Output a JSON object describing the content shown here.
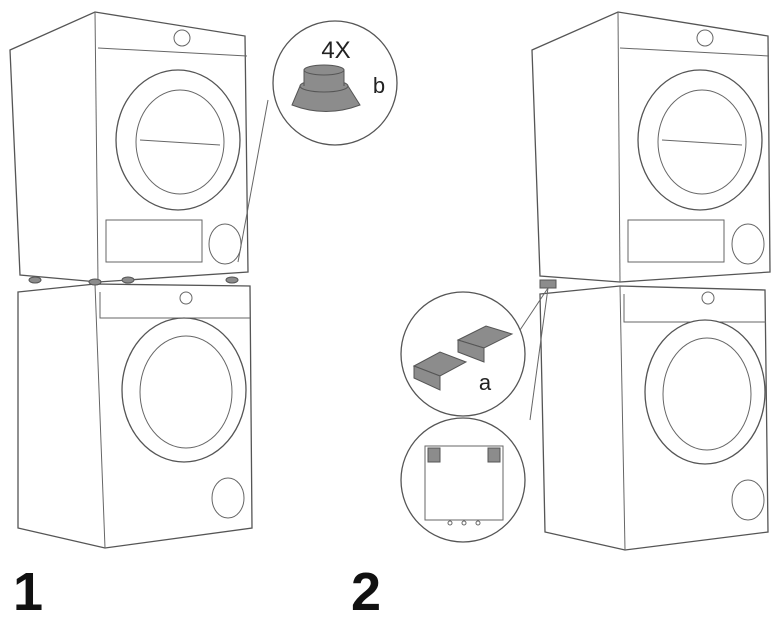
{
  "step1": {
    "number": "1",
    "callout_quantity": "4X",
    "callout_part": "b",
    "icons": [
      "stacking-foot-icon"
    ]
  },
  "step2": {
    "number": "2",
    "callout_part": "a",
    "icons": [
      "stacking-bracket-icon",
      "bracket-position-detail-icon"
    ]
  },
  "colors": {
    "line": "#555555",
    "part_fill": "#8c8c8c"
  }
}
